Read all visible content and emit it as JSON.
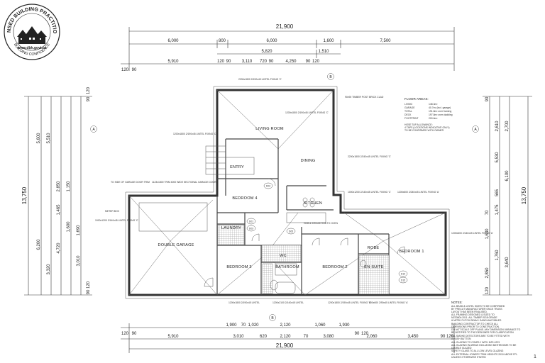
{
  "logo": {
    "top_text": "LICENSED BUILDING PRACTITIONER",
    "bottom_text": "BUILDING CONFIDENCE",
    "url": "www.dbh.govt.nz"
  },
  "dims": {
    "top_total": "21,900",
    "top_row1": [
      "6,000",
      "800",
      "6,000",
      "1,600",
      "7,500"
    ],
    "top_row2": [
      "5,820",
      "1,510"
    ],
    "top_row3": [
      "120",
      "90",
      "5,910",
      "120",
      "90",
      "3,110",
      "720",
      "90",
      "4,250",
      "90",
      "120"
    ],
    "bottom_row1": [
      "120",
      "90",
      "1,900",
      "70",
      "1,020",
      "2,120",
      "1,060",
      "1,930",
      "90",
      "120"
    ],
    "bottom_row2": [
      "5,910",
      "3,010",
      "620",
      "2,120",
      "70",
      "3,080",
      "2,060",
      "3,450",
      "90",
      "120"
    ],
    "bottom_total": "21,900",
    "left_total": "13,750",
    "left_segments": [
      "5,600",
      "5,510",
      "2,850",
      "1,150",
      "1,465",
      "1,600",
      "4,720",
      "3,320",
      "3,010",
      "6,200",
      "1,690",
      "90",
      "120",
      "120",
      "90"
    ],
    "right_total": "13,750",
    "right_segments": [
      "2,610",
      "2,700",
      "5,530",
      "6,100",
      "1,475",
      "565",
      "1,630",
      "3,640",
      "1,760",
      "2,850",
      "70",
      "90",
      "120"
    ]
  },
  "rooms": [
    {
      "name": "LIVING ROOM"
    },
    {
      "name": "DINING"
    },
    {
      "name": "KITCHEN"
    },
    {
      "name": "ENTRY"
    },
    {
      "name": "BEDROOM 4"
    },
    {
      "name": "LAUNDRY"
    },
    {
      "name": "DOUBLE GARAGE"
    },
    {
      "name": "BEDROOM 3"
    },
    {
      "name": "BATHROOM"
    },
    {
      "name": "BEDROOM 2"
    },
    {
      "name": "ROBE"
    },
    {
      "name": "EN SUITE"
    },
    {
      "name": "BEDROOM 1"
    },
    {
      "name": "WC"
    }
  ],
  "floor_areas": {
    "heading": "FLOOR AREAS:",
    "rows": [
      {
        "label": "LIVING",
        "value": "148.3m²"
      },
      {
        "label": "GARAGE",
        "value": "40.7m² (incl. garage)"
      },
      {
        "label": "TOTAL",
        "value": "191.8m² over framing"
      },
      {
        "label": "DECK",
        "value": "197.8m² over cladding"
      },
      {
        "label": "FOOTPRINT",
        "value": "200.6m²"
      }
    ],
    "hose": [
      "HOSE TAP ALLOWANCE:",
      "4 TAPS (LOCATIONS INDICATIVE ONLY)",
      "TO BE CONFIRMED WITH OWNER"
    ]
  },
  "notes": {
    "heading": "NOTES:",
    "lines": [
      "ALL BEAM & LINTEL SIZES TO BE CONFIRMED",
      "BY PRECUT MANUFACTURER ONCE TRUSS",
      "LAYOUT HAS BEEN FINALISED.",
      "ALL FRAMING DESIGNED & SIZED TO",
      "NZS3604:2011. ALL TIMBER SG8 GRADE",
      "& MITEK FLITCH BEAM / GANGLAM TABLES",
      "BUILDING CONTRACTOR TO CHECK ALL",
      "DIMENSIONS PRIOR TO CONSTRUCTION.",
      "DO NOT SCALE OFF PLANS. ANY DIMENSION VARIANCE TO",
      "BE NOTIFIED TO THE DESIGNER FOR CLARIFICATION",
      "ALL SMOKE DETECTORS ARE TO BE FITTED WITH",
      "A HUSH BUTTON",
      "ALL GLAZING TO COMPLY WITH NZS 4223",
      "ALL GLAZING IN AREAS INCLUDING BATHROOMS TO BE",
      "DOUBLE GLAZED",
      "SAFETY GLASS TO ALL LOW LEVEL GLAZING",
      "ALL EXTERNAL JOINERY TRIM HEIGHTS 2010 ABOVE FFL",
      "UNLESS OTHERWISE STATED"
    ]
  },
  "lintels": [
    "2200x1800 2/190x45 LINTEL FIXING 'C'",
    "1200x1800 2/190x45 LINTEL FIXING 'C'",
    "2200x1800 2/240x45 LINTEL FIXING 'C'",
    "1000x1200 2/140x45 LINTEL FIXING 'C'",
    "1200x600 2/140x45 LINTEL FIXING 'A'",
    "1200x600 2/240x45 LINTEL FIXING 'A'",
    "1000x1200 2/140x45 LINTEL FIXING 'C'",
    "1200x1800 2/190x45 LINTEL FIXING 'C'",
    "1200x2100 2/140x45 LINTEL",
    "1200x1800 2/190x45 LINTEL",
    "1200x1800 2/190x45 LINTEL FIXING 'C'",
    "800x600 2/90x45 LINTEL FIXING 'A'"
  ],
  "labels": {
    "meter_box": "METER BOX",
    "to_side_of_garage": "TO SIDE OF GARAGE DOOR TRIM",
    "garage_door": "1123x1800 TRIM 4000 WIDE SECTIONAL GARAGE DOOR",
    "brick_column": "90x90 TIMBER POST BRICK CLAD",
    "hob": "HOB & 2/90x45 HOB TO OVEN",
    "section_markers": [
      "A",
      "A",
      "B",
      "B"
    ],
    "window_tags": [
      "D01",
      "D03",
      "D02",
      "D05",
      "D10",
      "D15"
    ],
    "page_number": "1"
  }
}
